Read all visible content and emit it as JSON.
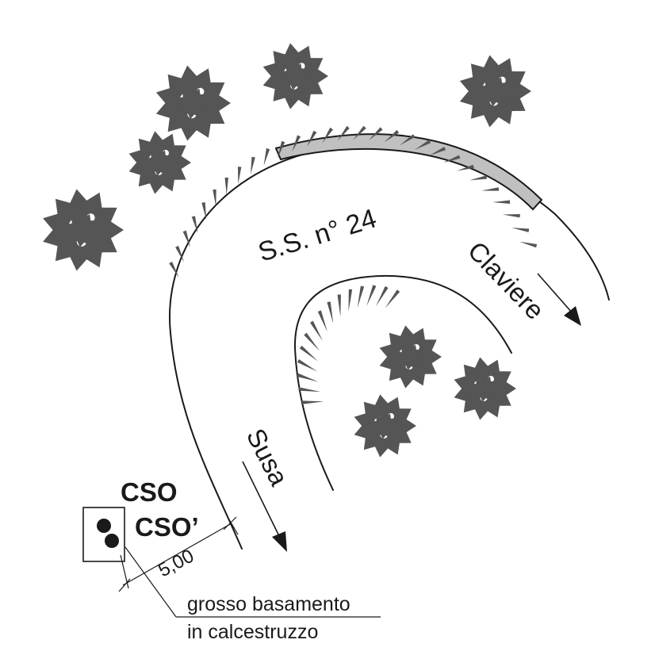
{
  "road": {
    "name": "S.S. n° 24"
  },
  "directions": {
    "claviere": "Claviere",
    "susa": "Susa"
  },
  "markers": {
    "cso": "CSO",
    "cso_prime": "CSO’"
  },
  "dimension": {
    "value": "5,00"
  },
  "note": {
    "line1": "grosso basamento",
    "line2": "in calcestruzzo"
  },
  "colors": {
    "line": "#1a1a1a",
    "tree": "#555555",
    "barrier_fill": "#c0c0c0",
    "background": "#ffffff"
  },
  "icons": {
    "tree": "tree-canopy-icon",
    "arrow": "direction-arrow-icon",
    "marker": "circle-marker-icon"
  }
}
